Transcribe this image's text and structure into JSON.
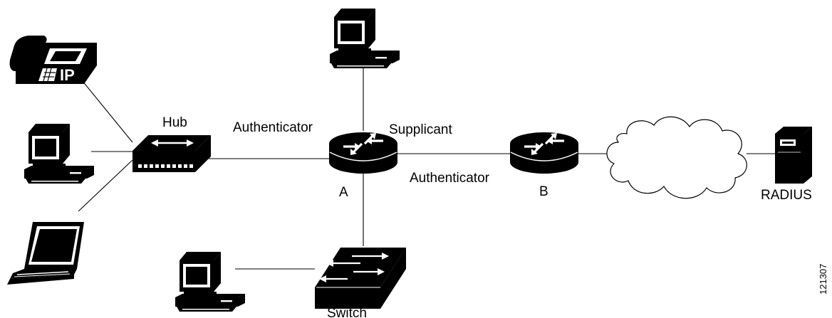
{
  "labels": {
    "hub": "Hub",
    "authenticator_a": "Authenticator",
    "supplicant": "Supplicant",
    "authenticator_b": "Authenticator",
    "router_a": "A",
    "router_b": "B",
    "radius": "RADIUS",
    "switch": "Switch",
    "figure_id": "121307"
  },
  "ip_phone_text": "IP",
  "icons": [
    "ip-phone-icon",
    "desktop-computer-icon",
    "laptop-icon",
    "hub-icon",
    "router-icon",
    "switch-icon",
    "cloud-icon",
    "server-icon"
  ]
}
